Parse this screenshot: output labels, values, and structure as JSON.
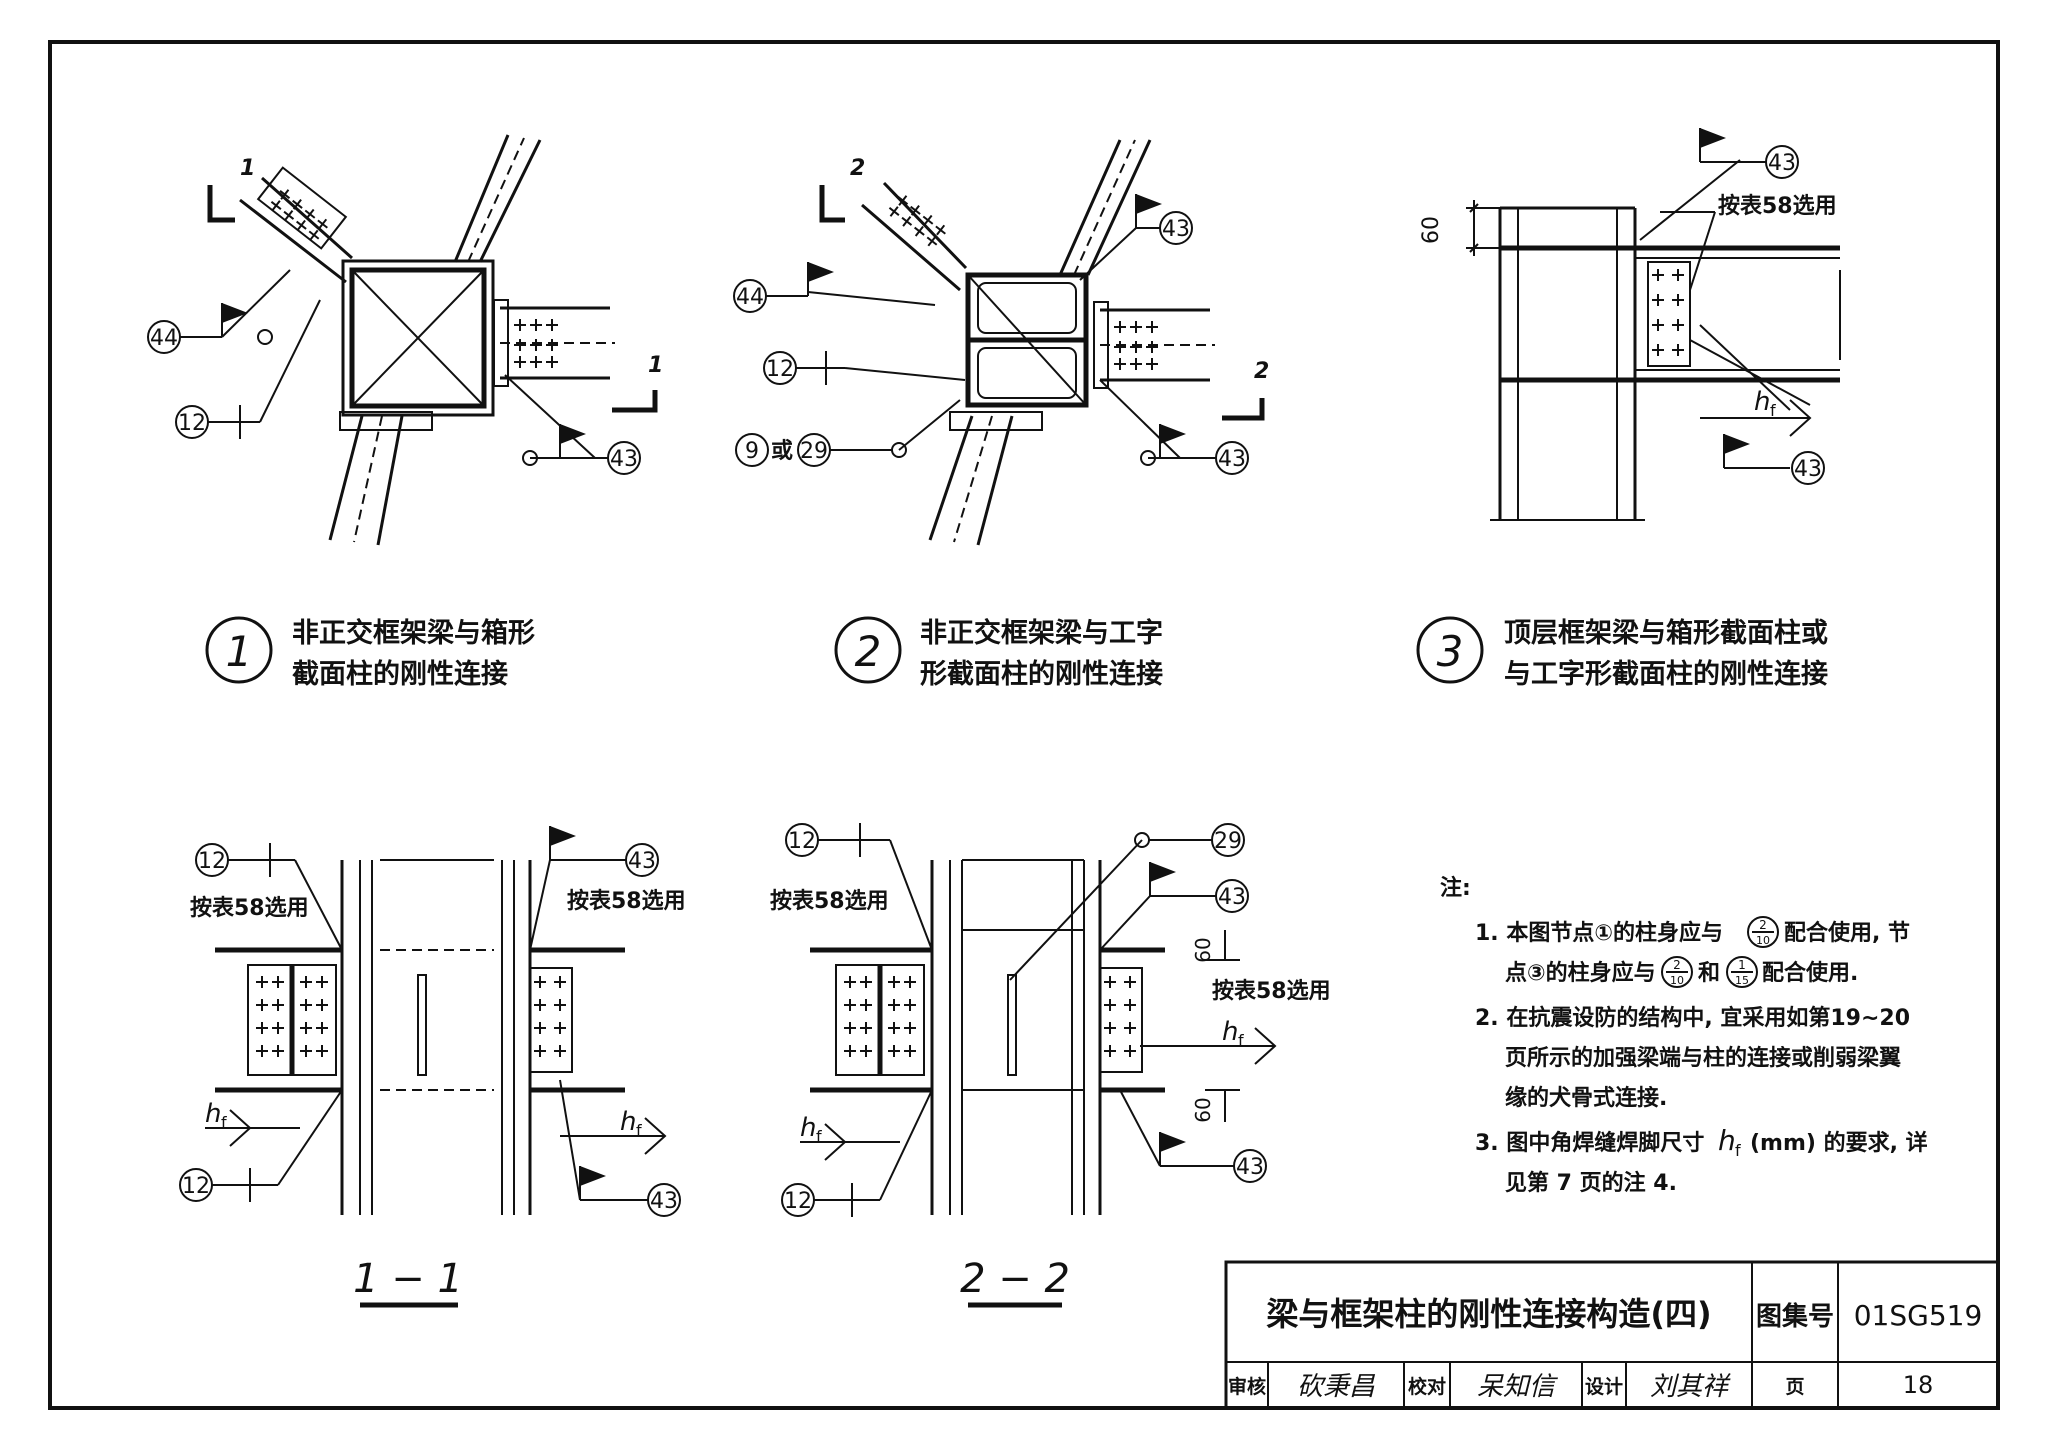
{
  "details": [
    {
      "num": "1",
      "caption_line1": "非正交框架梁与箱形",
      "caption_line2": "截面柱的刚性连接",
      "callouts": [
        "44",
        "12",
        "43"
      ],
      "section_mark": "1"
    },
    {
      "num": "2",
      "caption_line1": "非正交框架梁与工字",
      "caption_line2": "形截面柱的刚性连接",
      "callouts": [
        "43",
        "44",
        "12",
        "9",
        "29",
        "43"
      ],
      "callout_or": "或",
      "section_mark": "2"
    },
    {
      "num": "3",
      "caption_line1": "顶层框架梁与箱形截面柱或",
      "caption_line2": "与工字形截面柱的刚性连接",
      "callouts": [
        "43",
        "43"
      ],
      "table_ref": "按表58选用",
      "dim": "60",
      "weld": "h"
    }
  ],
  "sections": [
    {
      "title": "1 − 1",
      "callouts": [
        "12",
        "43",
        "12",
        "43"
      ],
      "table_ref_left": "按表58选用",
      "table_ref_right": "按表58选用",
      "weld": "h"
    },
    {
      "title": "2 − 2",
      "callouts": [
        "12",
        "29",
        "43",
        "12",
        "43"
      ],
      "table_ref_left": "按表58选用",
      "table_ref_right": "按表58选用",
      "dim_top": "60",
      "dim_bottom": "60",
      "weld": "h"
    }
  ],
  "weld_subscript": "f",
  "notes": {
    "heading": "注:",
    "items": [
      {
        "l1": "1. 本图节点①的柱身应与",
        "frac1_top": "2",
        "frac1_bottom": "10",
        "l1b": "配合使用, 节",
        "l2": "点③的柱身应与",
        "frac2_top": "2",
        "frac2_bottom": "10",
        "and": "和",
        "frac3_top": "1",
        "frac3_bottom": "15",
        "l2b": "配合使用."
      },
      {
        "l1": "2. 在抗震设防的结构中, 宜采用如第19~20",
        "l2": "页所示的加强梁端与柱的连接或削弱梁翼",
        "l3": "缘的犬骨式连接."
      },
      {
        "l1": "3. 图中角焊缝焊脚尺寸",
        "hf": "h",
        "l1b": "(mm) 的要求, 详",
        "l2": "见第 7 页的注 4."
      }
    ]
  },
  "title_block": {
    "title": "梁与框架柱的刚性连接构造(四)",
    "atlas_label": "图集号",
    "atlas_no": "01SG519",
    "review_label": "审核",
    "review_sign": "砍秉昌",
    "check_label": "校对",
    "check_sign": "呆知信",
    "design_label": "设计",
    "design_sign": "刘其祥",
    "page_label": "页",
    "page_no": "18"
  }
}
